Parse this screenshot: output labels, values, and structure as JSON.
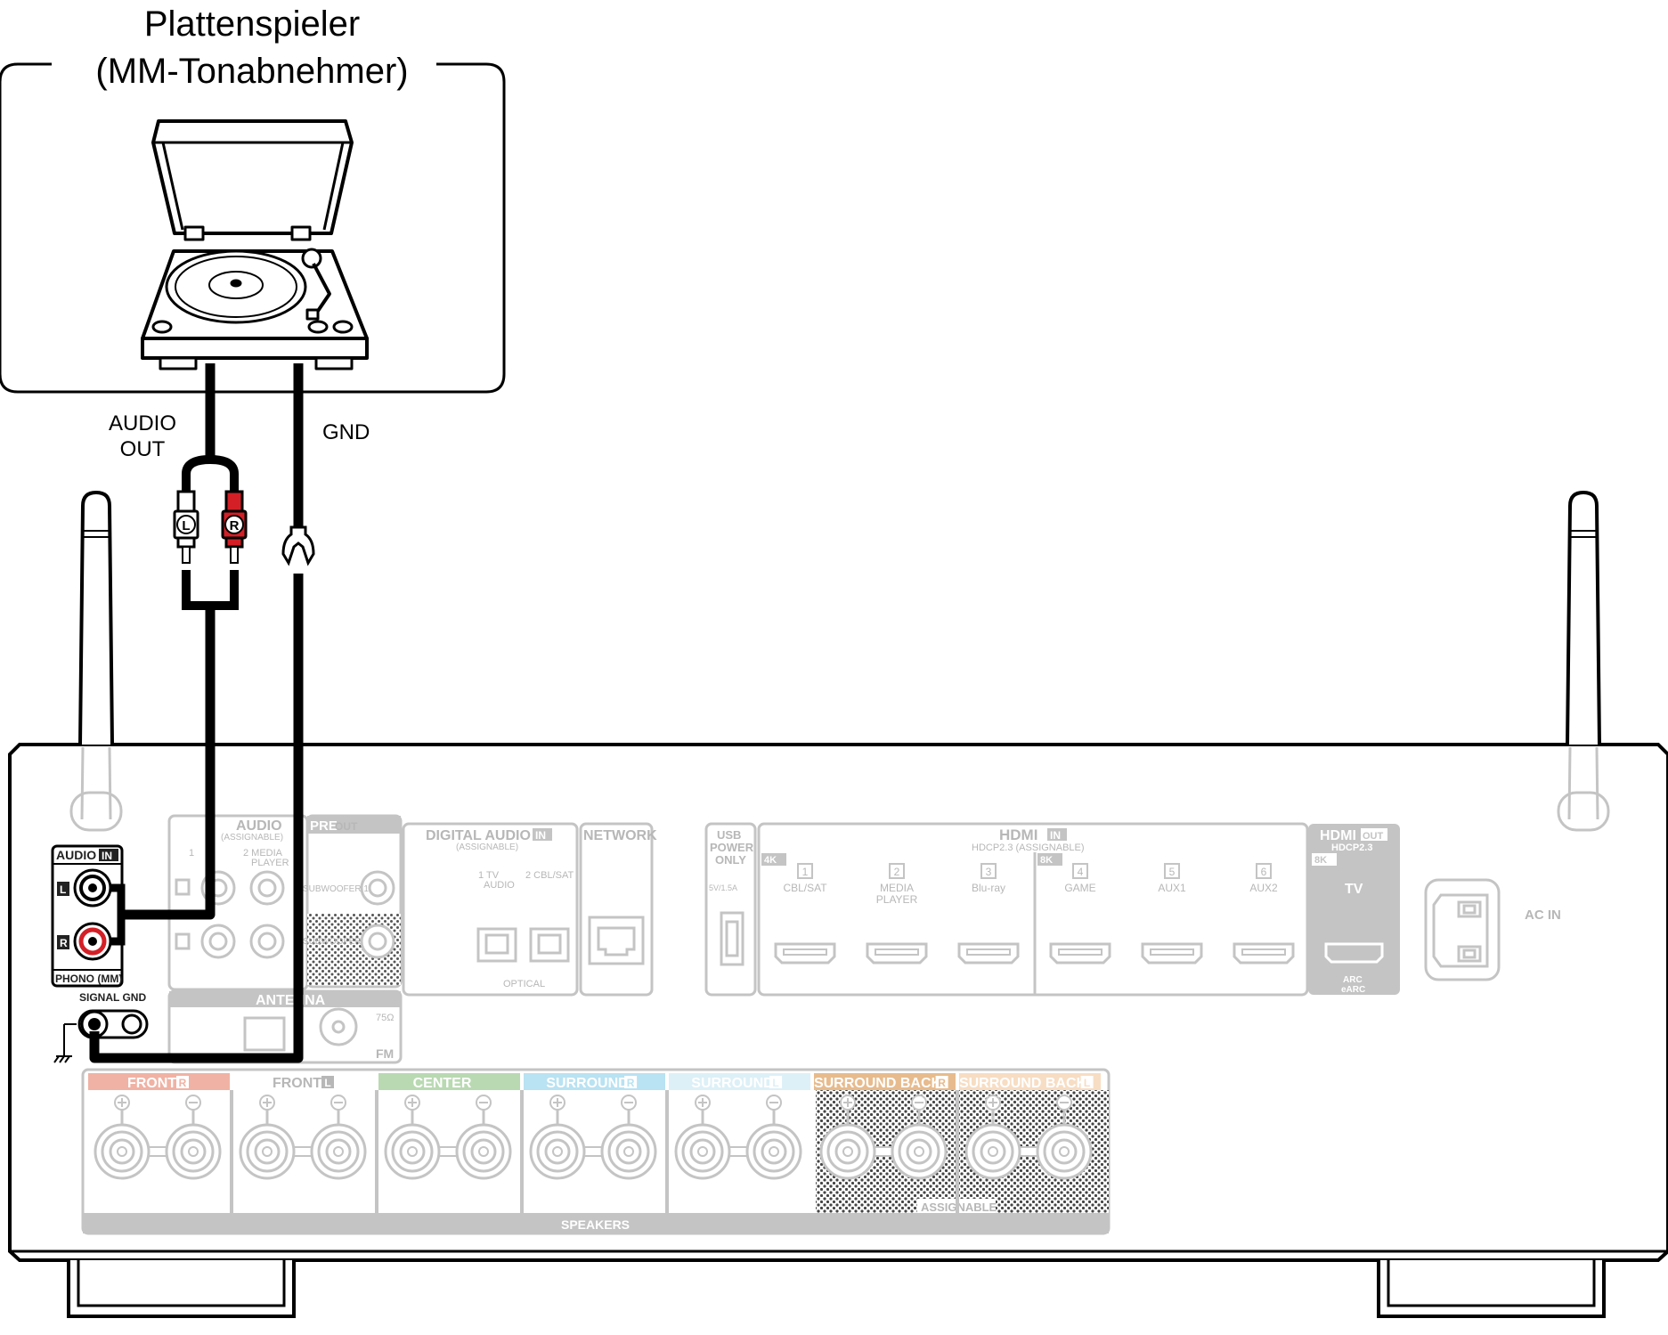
{
  "source": {
    "title_line1": "Plattenspieler",
    "title_line2": "(MM-Tonabnehmer)",
    "audio_out_line1": "AUDIO",
    "audio_out_line2": "OUT",
    "gnd": "GND",
    "plug_l": "L",
    "plug_r": "R"
  },
  "phono_panel": {
    "audio": "AUDIO",
    "in": "IN",
    "l": "L",
    "r": "R",
    "phono_mm": "PHONO (MM)",
    "signal_gnd": "SIGNAL GND"
  },
  "panel": {
    "audio_in_assignable": "(ASSIGNABLE)",
    "audio_in_title": "AUDIO",
    "audio_in_1": "1",
    "audio_in_2": "2 MEDIA",
    "audio_in_player": "PLAYER",
    "pre": "PRE",
    "out": "OUT",
    "subwoofer1": "SUBWOOFER 1",
    "subwoofer2": "SUBWOOFER 2",
    "antenna": "ANTENNA",
    "ohm": "75Ω",
    "fm": "FM",
    "digital_audio": "DIGITAL AUDIO",
    "digital_in": "IN",
    "digital_assignable": "(ASSIGNABLE)",
    "opt1": "1  TV",
    "opt1b": "AUDIO",
    "opt2": "2 CBL/SAT",
    "optical": "OPTICAL",
    "network": "NETWORK",
    "usb1": "USB",
    "usb2": "POWER",
    "usb3": "ONLY",
    "usb_rating": "5V/1.5A",
    "hdmi": "HDMI",
    "hdmi_in": "IN",
    "hdcp": "HDCP2.3  (ASSIGNABLE)",
    "k4": "4K",
    "k8": "8K",
    "hdmi_out": "HDMI",
    "hdmi_out_tag": "OUT",
    "hdcp_out": "HDCP2.3",
    "k8_out": "8K",
    "tv": "TV",
    "arc": "ARC",
    "earc": "eARC",
    "ac_in": "AC IN",
    "speakers": "SPEAKERS",
    "assignable": "ASSIGNABLE"
  },
  "hdmi_inputs": [
    {
      "num": "1",
      "label": "CBL/SAT",
      "label2": ""
    },
    {
      "num": "2",
      "label": "MEDIA",
      "label2": "PLAYER"
    },
    {
      "num": "3",
      "label": "Blu-ray",
      "label2": ""
    },
    {
      "num": "4",
      "label": "GAME",
      "label2": ""
    },
    {
      "num": "5",
      "label": "AUX1",
      "label2": ""
    },
    {
      "num": "6",
      "label": "AUX2",
      "label2": ""
    }
  ],
  "speaker_groups": [
    {
      "label": "FRONT",
      "tag": "R",
      "color": "#f0b2a4"
    },
    {
      "label": "FRONT",
      "tag": "L",
      "color": "#ffffff"
    },
    {
      "label": "CENTER",
      "tag": "",
      "color": "#b9d9b2"
    },
    {
      "label": "SURROUND",
      "tag": "R",
      "color": "#b9e2f2"
    },
    {
      "label": "SURROUND",
      "tag": "L",
      "color": "#ddf0f7"
    },
    {
      "label": "SURROUND BACK",
      "tag": "R",
      "color": "#e7bb8d"
    },
    {
      "label": "SURROUND BACK",
      "tag": "L",
      "color": "#f7ddc3"
    }
  ],
  "colors": {
    "outline": "#000000",
    "panel_gray": "#c4c4c4",
    "rca_red": "#d41f26",
    "hdmi_out_fill": "#c4c4c4"
  }
}
